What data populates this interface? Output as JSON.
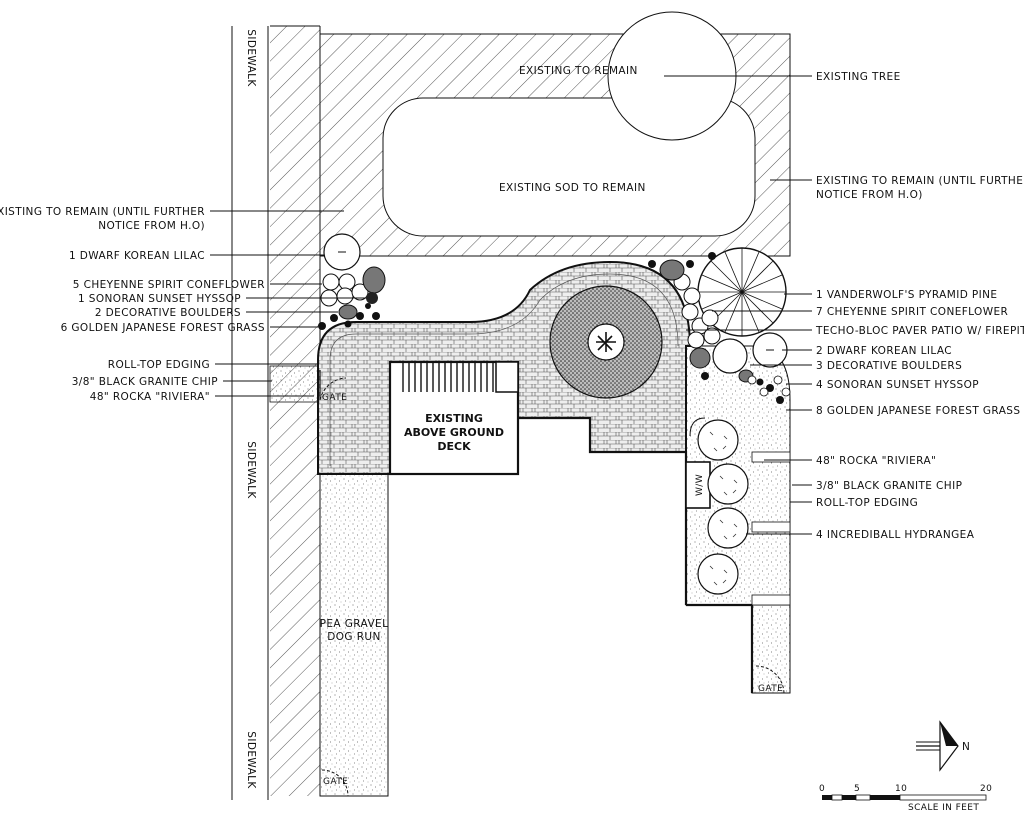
{
  "labels": {
    "existing_to_remain_top": "EXISTING TO REMAIN",
    "existing_tree": "EXISTING TREE",
    "existing_sod": "EXISTING SOD TO REMAIN",
    "existing_remain_right_1": "EXISTING TO REMAIN (UNTIL FURTHER",
    "existing_remain_right_2": "NOTICE FROM H.O)",
    "existing_remain_left_1": "EXISTING TO REMAIN (UNTIL FURTHER",
    "existing_remain_left_2": "NOTICE FROM H.O)",
    "left_lilac": "1 DWARF KOREAN LILAC",
    "left_coneflower": "5 CHEYENNE SPIRIT CONEFLOWER",
    "left_hyssop": "1 SONORAN SUNSET HYSSOP",
    "left_boulders": "2 DECORATIVE BOULDERS",
    "left_grass": "6 GOLDEN JAPANESE FOREST GRASS",
    "left_edging": "ROLL-TOP EDGING",
    "left_chip": "3/8\" BLACK GRANITE CHIP",
    "left_rocka": "48\" ROCKA \"RIVIERA\"",
    "right_pine": "1 VANDERWOLF'S PYRAMID PINE",
    "right_coneflower": "7 CHEYENNE SPIRIT CONEFLOWER",
    "right_patio": "TECHO-BLOC PAVER PATIO W/ FIREPIT",
    "right_lilac": "2 DWARF KOREAN LILAC",
    "right_boulders": "3 DECORATIVE BOULDERS",
    "right_hyssop": "4 SONORAN SUNSET HYSSOP",
    "right_grass": "8 GOLDEN JAPANESE FOREST GRASS",
    "right_rocka": "48\" ROCKA \"RIVIERA\"",
    "right_chip": "3/8\" BLACK GRANITE CHIP",
    "right_edging": "ROLL-TOP EDGING",
    "right_hydrangea": "4 INCREDIBALL HYDRANGEA",
    "deck_1": "EXISTING",
    "deck_2": "ABOVE GROUND",
    "deck_3": "DECK",
    "sidewalk": "SIDEWALK",
    "gate": "GATE",
    "ww": "W/W",
    "dog_run_1": "PEA GRAVEL",
    "dog_run_2": "DOG RUN",
    "north": "N"
  },
  "scale": {
    "ticks": [
      "0",
      "5",
      "10",
      "20"
    ],
    "unit_label": "SCALE IN FEET"
  }
}
